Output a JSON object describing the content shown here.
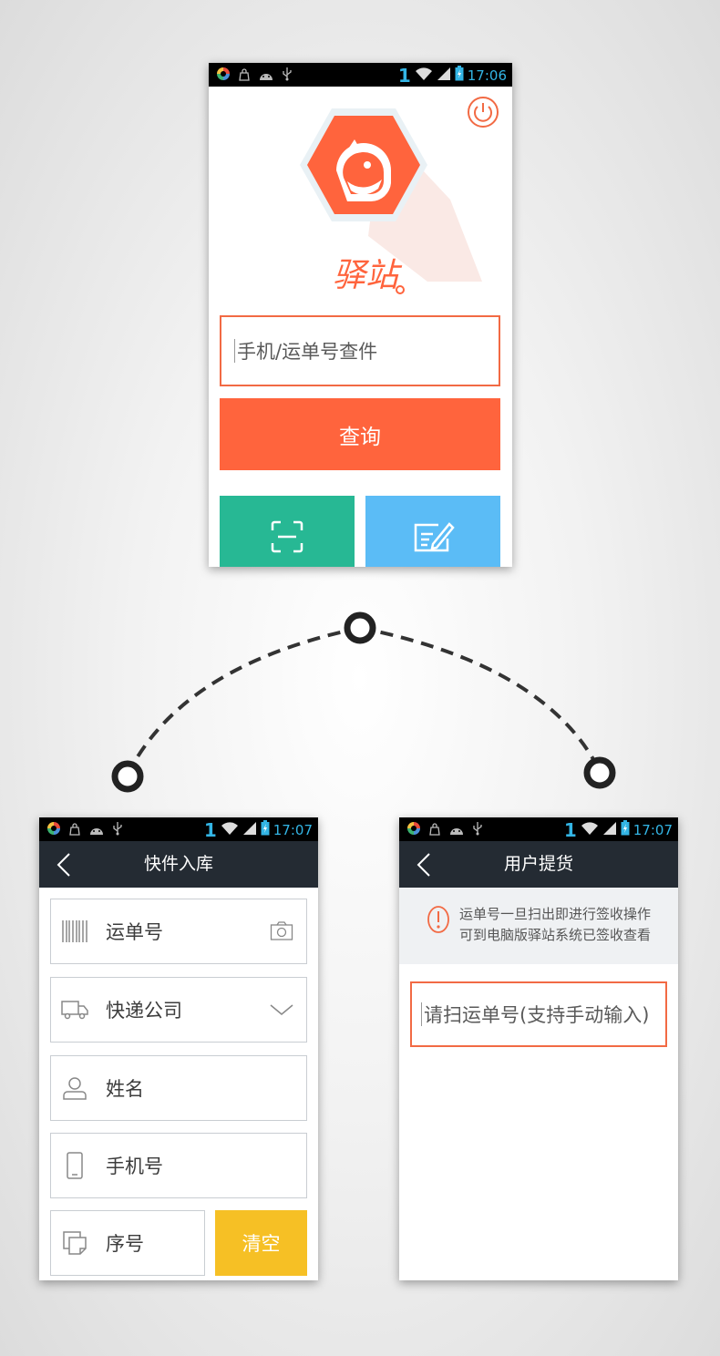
{
  "status_bar": {
    "network_indicator": "1",
    "time_screen1": "17:06",
    "time_screen2": "17:07",
    "time_screen3": "17:07",
    "left_icons": [
      "app-icon",
      "bag-icon",
      "android-icon",
      "usb-icon"
    ],
    "right_icons": [
      "wifi-icon",
      "signal-icon",
      "battery-icon"
    ]
  },
  "home_screen": {
    "brand": "驿站",
    "search": {
      "placeholder": "手机/运单号查件"
    },
    "query_button": "查询",
    "tiles": [
      {
        "name": "scan",
        "icon": "scan-icon"
      },
      {
        "name": "edit",
        "icon": "edit-icon"
      }
    ]
  },
  "storage_screen": {
    "title": "快件入库",
    "fields": [
      {
        "label": "运单号",
        "icon": "barcode-icon",
        "right_icon": "camera-icon"
      },
      {
        "label": "快递公司",
        "icon": "truck-icon",
        "right_icon": "chevron-down-icon"
      },
      {
        "label": "姓名",
        "icon": "user-icon"
      },
      {
        "label": "手机号",
        "icon": "phone-icon"
      },
      {
        "label": "序号",
        "icon": "copy-icon"
      }
    ],
    "clear_button": "清空"
  },
  "pickup_screen": {
    "title": "用户提货",
    "notice_line1": "运单号一旦扫出即进行签收操作",
    "notice_line2": "可到电脑版驿站系统已签收查看",
    "scan_placeholder": "请扫运单号(支持手动输入)"
  },
  "colors": {
    "accent_orange": "#ff643d",
    "border_orange": "#f26a44",
    "green": "#27b894",
    "blue": "#5bbcf6",
    "yellow": "#f6c025",
    "titlebar": "#242b33",
    "status_blue": "#33b5e5"
  }
}
